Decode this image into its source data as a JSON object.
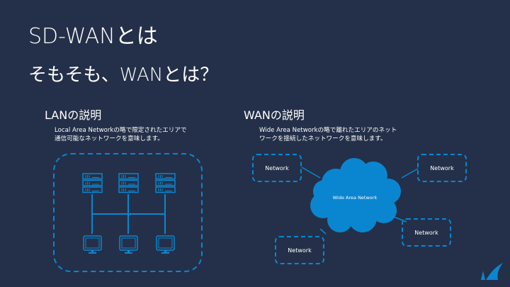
{
  "slide": {
    "title": "SD-WANとは",
    "subtitle": "そもそも、WANとは？",
    "accent_color": "#0a86d0",
    "background_color": "#243049"
  },
  "lan": {
    "heading": "LANの説明",
    "description_line1": "Local Area Networkの略で限定されたエリアで",
    "description_line2": "通信可能なネットワークを意味します。",
    "servers": [
      "server-icon",
      "server-icon",
      "server-icon"
    ],
    "clients": [
      "monitor-icon",
      "monitor-icon",
      "monitor-icon"
    ]
  },
  "wan": {
    "heading": "WANの説明",
    "description_line1": "Wide Area Networkの略で離れたエリアのネット",
    "description_line2": "ワークを接続したネットワークを意味します。",
    "cloud_label": "Wide Area Network",
    "networks": [
      {
        "label": "Network"
      },
      {
        "label": "Network"
      },
      {
        "label": "Network"
      },
      {
        "label": "Network"
      }
    ]
  },
  "logo": {
    "icon": "shark-fin-logo-icon"
  }
}
